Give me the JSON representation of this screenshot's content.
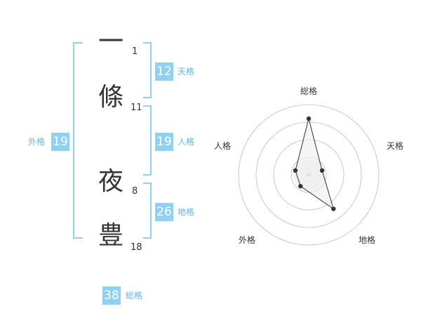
{
  "name": {
    "characters": [
      {
        "char": "一",
        "strokes": "1"
      },
      {
        "char": "條",
        "strokes": "11"
      },
      {
        "char": "夜",
        "strokes": "8"
      },
      {
        "char": "豊",
        "strokes": "18"
      }
    ]
  },
  "fortune": {
    "tenkaku": {
      "value": "12",
      "label": "天格"
    },
    "jinkaku": {
      "value": "19",
      "label": "人格"
    },
    "chikaku": {
      "value": "26",
      "label": "地格"
    },
    "gaikaku": {
      "value": "19",
      "label": "外格"
    },
    "soukaku": {
      "value": "38",
      "label": "総格"
    }
  },
  "chart_data": {
    "type": "radar",
    "axes": [
      "総格",
      "天格",
      "地格",
      "外格",
      "人格"
    ],
    "values": [
      4,
      1,
      3,
      1,
      1
    ],
    "max": 5,
    "rings": 4,
    "colors": {
      "line": "#333333",
      "fill": "#eeeeee",
      "ring": "#bbbbbb",
      "center": "#cccccc"
    }
  }
}
